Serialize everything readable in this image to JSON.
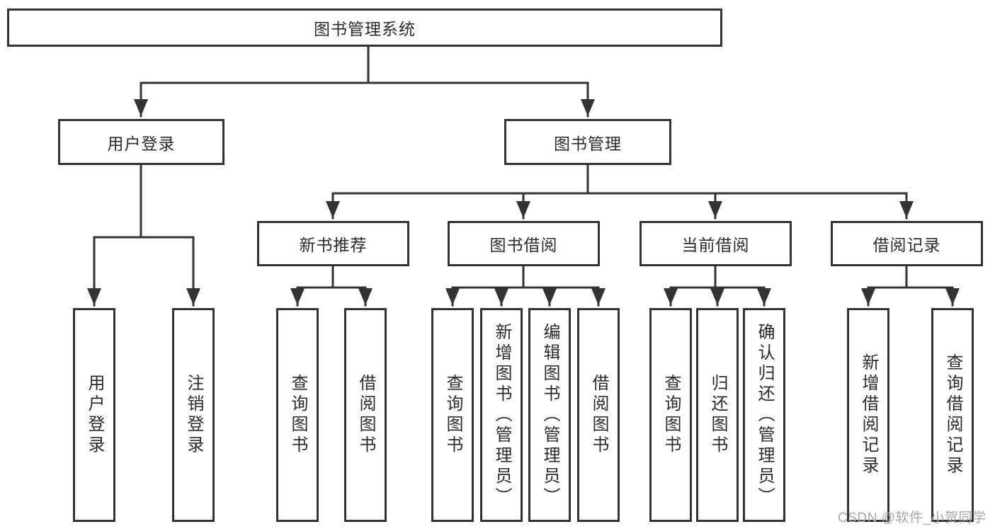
{
  "tree": {
    "root": {
      "label": "图书管理系统"
    },
    "level2": [
      {
        "label": "用户登录"
      },
      {
        "label": "图书管理"
      }
    ],
    "level3": [
      {
        "label": "新书推荐",
        "parent": "图书管理"
      },
      {
        "label": "图书借阅",
        "parent": "图书管理"
      },
      {
        "label": "当前借阅",
        "parent": "图书管理"
      },
      {
        "label": "借阅记录",
        "parent": "图书管理"
      }
    ],
    "leaves": [
      {
        "label": "用户登录",
        "parent": "用户登录"
      },
      {
        "label": "注销登录",
        "parent": "用户登录"
      },
      {
        "label": "查询图书",
        "parent": "新书推荐"
      },
      {
        "label": "借阅图书",
        "parent": "新书推荐"
      },
      {
        "label": "查询图书",
        "parent": "图书借阅"
      },
      {
        "label": "新增图书（管理员）",
        "parent": "图书借阅"
      },
      {
        "label": "编辑图书（管理员）",
        "parent": "图书借阅"
      },
      {
        "label": "借阅图书",
        "parent": "图书借阅"
      },
      {
        "label": "查询图书",
        "parent": "当前借阅"
      },
      {
        "label": "归还图书",
        "parent": "当前借阅"
      },
      {
        "label": "确认归还（管理员）",
        "parent": "当前借阅"
      },
      {
        "label": "新增借阅记录",
        "parent": "借阅记录"
      },
      {
        "label": "查询借阅记录",
        "parent": "借阅记录"
      }
    ]
  },
  "watermark": "CSDN @软件_小贺同学",
  "colors": {
    "line": "#333333",
    "box_border": "#333333",
    "text": "#2b2b2b",
    "watermark": "#a8a8a8",
    "background": "#ffffff"
  }
}
